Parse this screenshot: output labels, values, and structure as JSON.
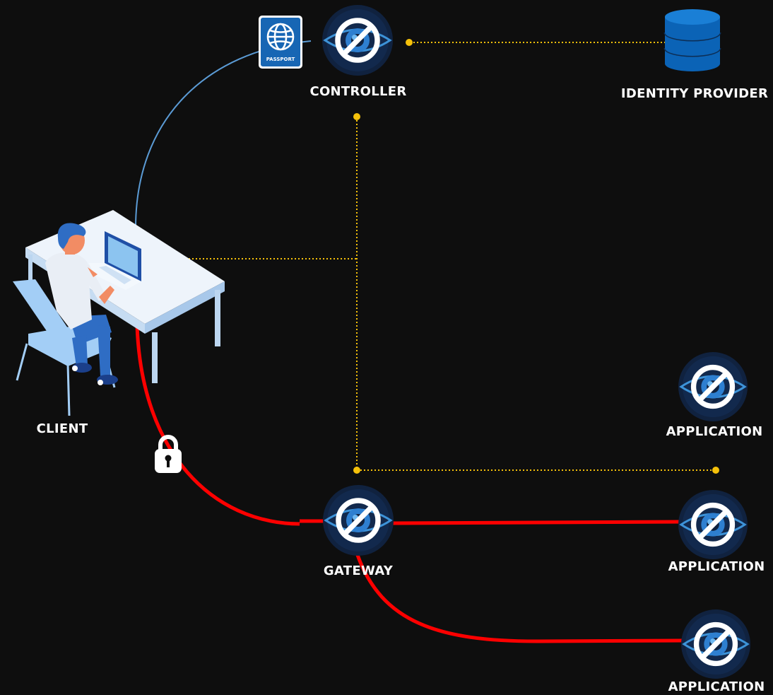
{
  "nodes": {
    "controller": {
      "label": "CONTROLLER",
      "icon": "no-eye-icon"
    },
    "identity_provider": {
      "label": "IDENTITY PROVIDER",
      "icon": "database-icon"
    },
    "client": {
      "label": "CLIENT",
      "icon": "person-at-desk-illustration"
    },
    "gateway": {
      "label": "GATEWAY",
      "icon": "no-eye-icon"
    },
    "applications": [
      {
        "label": "APPLICATION",
        "icon": "no-eye-icon"
      },
      {
        "label": "APPLICATION",
        "icon": "no-eye-icon"
      },
      {
        "label": "APPLICATION",
        "icon": "no-eye-icon"
      }
    ]
  },
  "badges": {
    "passport": {
      "text": "PASSPORT",
      "icon": "globe-icon"
    },
    "encryption": {
      "icon": "lock-icon"
    }
  },
  "colors": {
    "background": "#0e0e0e",
    "control_link": "#f5c10a",
    "data_link": "#ff0000",
    "auth_link": "#5b9bd5",
    "node_fill": "#10223f",
    "node_accent": "#3d93d8",
    "database": "#0b63b6"
  }
}
